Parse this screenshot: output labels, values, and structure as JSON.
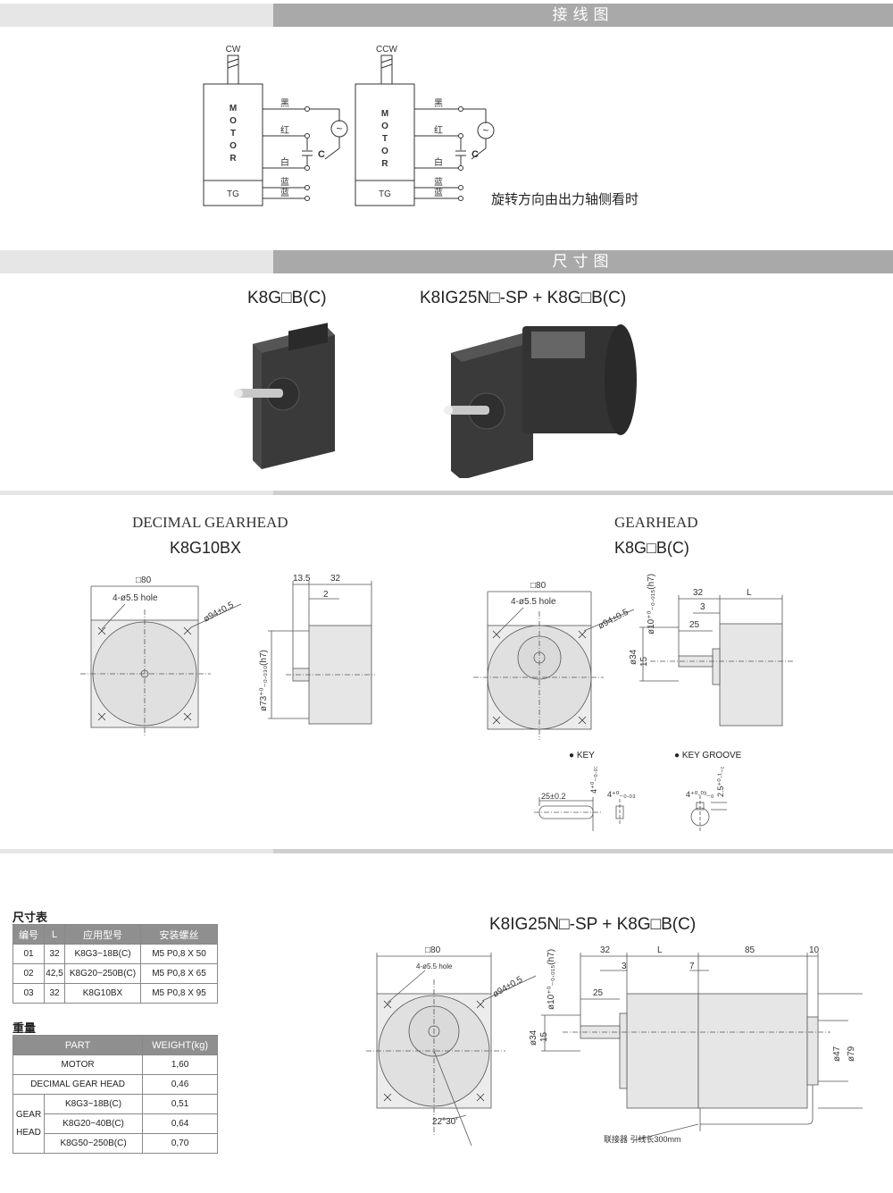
{
  "sections": {
    "wiring": "接线图",
    "dimension": "尺寸图"
  },
  "wiring": {
    "motor1": {
      "rotation": "CW",
      "body": [
        "M",
        "O",
        "T",
        "O",
        "R"
      ],
      "tg": "TG",
      "wires": [
        "黑",
        "红",
        "白",
        "蓝",
        "蓝"
      ],
      "cap": "C"
    },
    "motor2": {
      "rotation": "CCW",
      "body": [
        "M",
        "O",
        "T",
        "O",
        "R"
      ],
      "tg": "TG",
      "wires": [
        "黑",
        "红",
        "白",
        "蓝",
        "蓝"
      ],
      "cap": "C"
    },
    "note": "旋转方向由出力轴侧看时"
  },
  "photos": {
    "label1": "K8G□B(C)",
    "label2": "K8IG25N□-SP + K8G□B(C)"
  },
  "drawing1": {
    "caption": "DECIMAL GEARHEAD",
    "model": "K8G10BX",
    "dims": {
      "square": "□80",
      "hole": "4-ø5.5 hole",
      "pcd": "ø94±0.5",
      "d13": "13.5",
      "d32": "32",
      "d2": "2",
      "shaft": "ø73⁺⁰₋₀.₀₃₀(h7)"
    }
  },
  "drawing2": {
    "caption": "GEARHEAD",
    "model": "K8G□B(C)",
    "dims": {
      "square": "□80",
      "hole": "4-ø5.5 hole",
      "pcd": "ø94±0.5",
      "shaft": "ø10⁺⁰₋₀.₀₁₅(h7)",
      "d32": "32",
      "dL": "L",
      "d3": "3",
      "d25": "25",
      "d34": "ø34",
      "d15": "15"
    },
    "key": {
      "label": "KEY",
      "len": "25±0.2",
      "w": "4⁺⁰₋₀.₀₃",
      "w2": "4⁺⁰₋₀.₀₃"
    },
    "groove": {
      "label": "KEY GROOVE",
      "w": "4⁺⁰·⁰³₋₀",
      "d": "2.5⁺⁰·¹₋₀"
    }
  },
  "dim_table": {
    "title": "尺寸表",
    "headers": [
      "编号",
      "L",
      "应用型号",
      "安装螺丝"
    ],
    "rows": [
      [
        "01",
        "32",
        "K8G3~18B(C)",
        "M5 P0,8 X 50"
      ],
      [
        "02",
        "42,5",
        "K8G20~250B(C)",
        "M5 P0,8 X 65"
      ],
      [
        "03",
        "32",
        "K8G10BX",
        "M5 P0,8 X 95"
      ]
    ]
  },
  "weight_table": {
    "title": "重量",
    "headers": [
      "PART",
      "WEIGHT(kg)"
    ],
    "motor": [
      "MOTOR",
      "1,60"
    ],
    "decimal": [
      "DECIMAL GEAR HEAD",
      "0,46"
    ],
    "gear_label": [
      "GEAR",
      "HEAD"
    ],
    "gear_rows": [
      [
        "K8G3~18B(C)",
        "0,51"
      ],
      [
        "K8G20~40B(C)",
        "0,64"
      ],
      [
        "K8G50~250B(C)",
        "0,70"
      ]
    ]
  },
  "drawing3": {
    "title": "K8IG25N□-SP + K8G□B(C)",
    "dims": {
      "square": "□80",
      "hole": "4-ø5.5 hole",
      "pcd": "ø94±0.5",
      "shaft": "ø10⁺⁰₋₀.₀₁₅(h7)",
      "d32": "32",
      "dL": "L",
      "d85": "85",
      "d10": "10",
      "d3": "3",
      "d7": "7",
      "d25": "25",
      "d34": "ø34",
      "d15": "15",
      "d47": "ø47",
      "d79": "ø79",
      "angle": "22°30'"
    },
    "cable": "联接器 引线长300mm"
  }
}
